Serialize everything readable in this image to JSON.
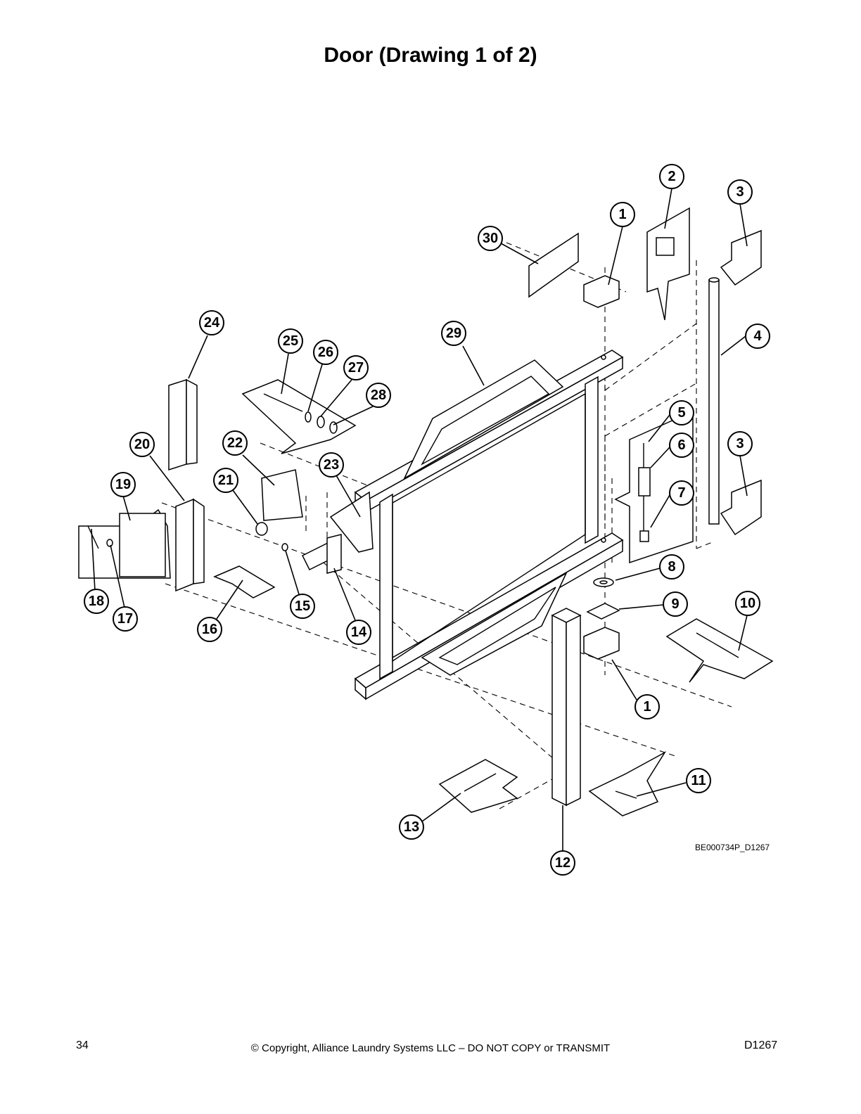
{
  "page": {
    "title": "Door (Drawing 1 of 2)",
    "drawing_id": "BE000734P_D1267",
    "page_number": "34",
    "copyright": "© Copyright, Alliance Laundry Systems LLC – DO NOT COPY or TRANSMIT",
    "doc_code": "D1267"
  },
  "callouts": [
    {
      "label": "1"
    },
    {
      "label": "2"
    },
    {
      "label": "3"
    },
    {
      "label": "4"
    },
    {
      "label": "5"
    },
    {
      "label": "6"
    },
    {
      "label": "7"
    },
    {
      "label": "3"
    },
    {
      "label": "8"
    },
    {
      "label": "9"
    },
    {
      "label": "10"
    },
    {
      "label": "1"
    },
    {
      "label": "11"
    },
    {
      "label": "12"
    },
    {
      "label": "13"
    },
    {
      "label": "14"
    },
    {
      "label": "15"
    },
    {
      "label": "16"
    },
    {
      "label": "17"
    },
    {
      "label": "18"
    },
    {
      "label": "19"
    },
    {
      "label": "20"
    },
    {
      "label": "21"
    },
    {
      "label": "22"
    },
    {
      "label": "23"
    },
    {
      "label": "24"
    },
    {
      "label": "25"
    },
    {
      "label": "26"
    },
    {
      "label": "27"
    },
    {
      "label": "28"
    },
    {
      "label": "29"
    },
    {
      "label": "30"
    }
  ]
}
